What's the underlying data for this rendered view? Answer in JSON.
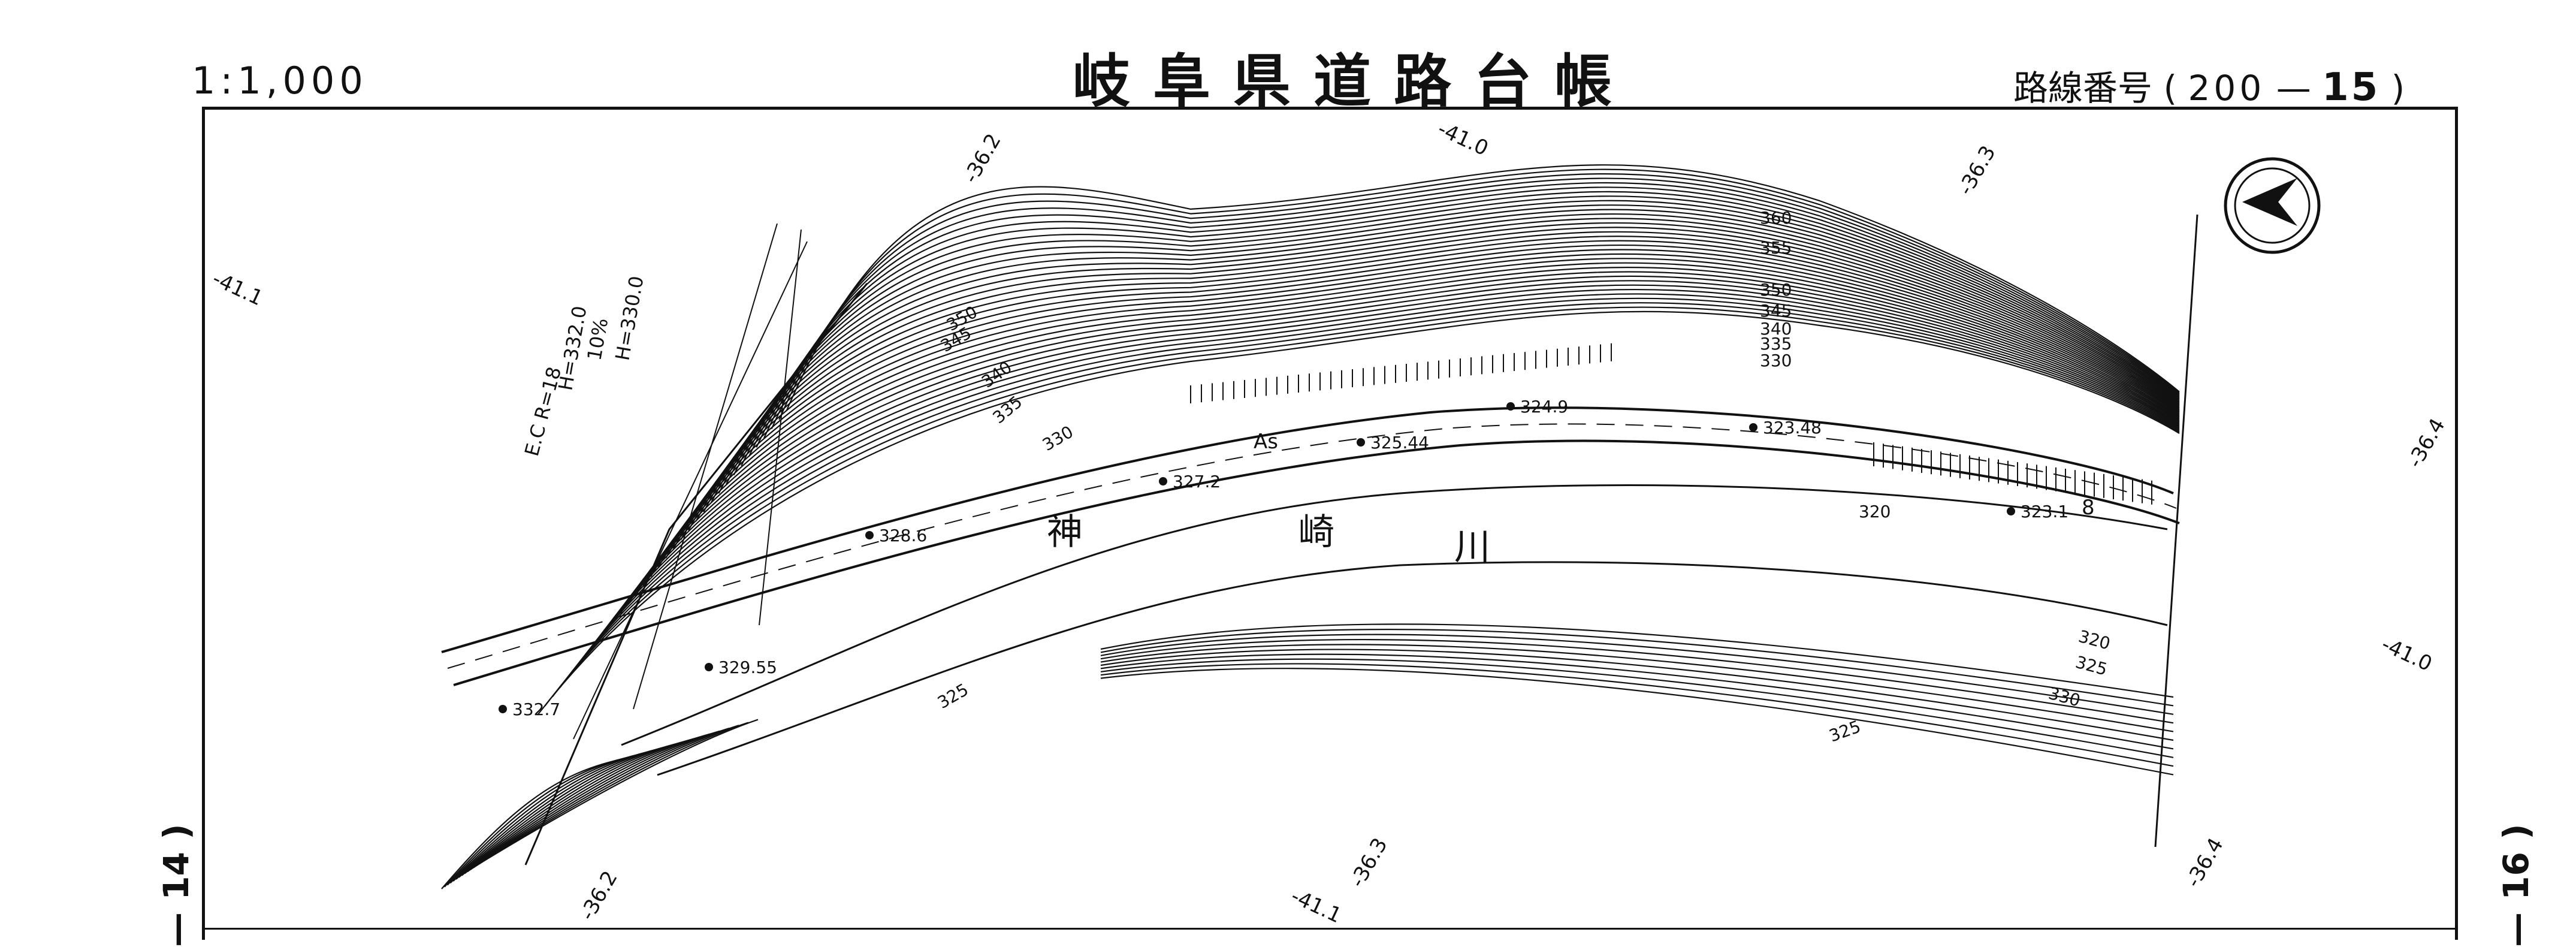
{
  "header": {
    "scale": "1:1,000",
    "title": "岐阜県道路台帳",
    "route_label": "路線番号",
    "route_open": "(",
    "route_number_1": "200",
    "route_dash": "—",
    "route_number_2": "15",
    "route_close": ")"
  },
  "adjacent_sheets": {
    "left": "— 14 )",
    "right": "— 16 )"
  },
  "river_name": [
    "神",
    "崎",
    "川"
  ],
  "north_arrow": "north-arrow-icon",
  "grid_labels": [
    "-41.1",
    "-36.2",
    "-41.0",
    "-36.3",
    "-36.4",
    "-41.0",
    "-41.1",
    "-36.3",
    "-36.4",
    "-36.2"
  ],
  "contour_labels": [
    "360",
    "355",
    "350",
    "345",
    "340",
    "335",
    "330",
    "350",
    "345",
    "340",
    "335",
    "330",
    "325",
    "325",
    "320",
    "320",
    "325",
    "330"
  ],
  "elevation_points": [
    "324.9",
    "323.48",
    "325.44",
    "327.2",
    "328.6",
    "329.55",
    "332.7",
    "323.1"
  ],
  "road_annotations": {
    "surface": "As",
    "ec": "E.C R=18",
    "h1": "H=332.0",
    "grade": "10%",
    "h2": "H=330.0",
    "km_mark": "8"
  },
  "colors": {
    "ink": "#111111",
    "paper": "#ffffff"
  }
}
